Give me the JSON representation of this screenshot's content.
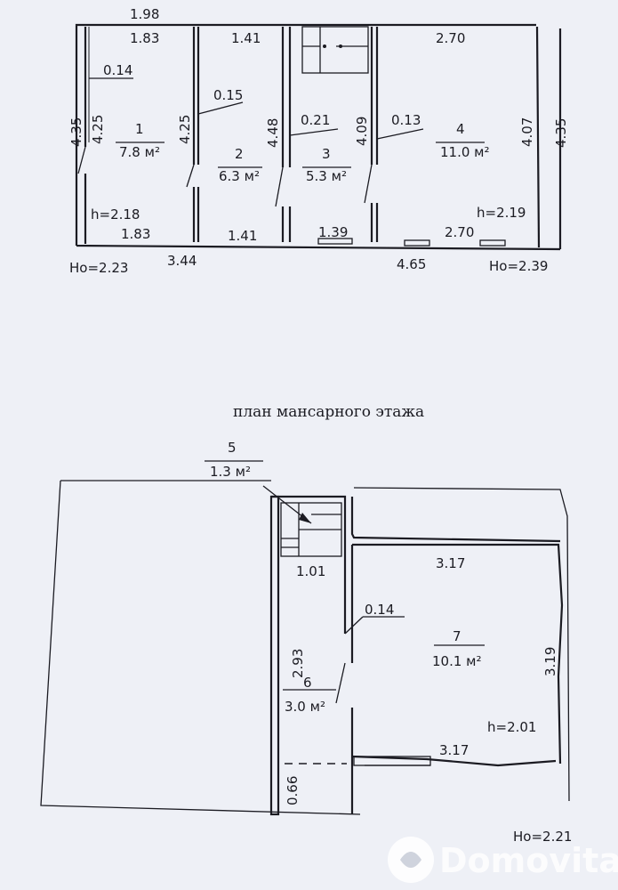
{
  "caption": "план мансарного этажа",
  "watermark": "Domovita",
  "ground_floor": {
    "rooms": [
      {
        "num": "1",
        "area": "7.8 м²"
      },
      {
        "num": "2",
        "area": "6.3 м²"
      },
      {
        "num": "3",
        "area": "5.3 м²"
      },
      {
        "num": "4",
        "area": "11.0 м²"
      }
    ],
    "dims": {
      "top_overall": "1.98",
      "r1_top": "1.83",
      "r2_top": "1.41",
      "r4_top": "2.70",
      "r1_bottom": "1.83",
      "r2_bottom": "1.41",
      "r3_bottom": "1.39",
      "r4_bottom": "2.70",
      "left_outer": "4.35",
      "r1_height": "4.25",
      "r2_height": "4.25",
      "r3_height": "4.48",
      "r3_right": "4.09",
      "r4_height": "4.07",
      "right_outer": "4.35",
      "wall_1": "0.14",
      "wall_2": "0.15",
      "wall_3": "0.21",
      "wall_4": "0.13",
      "h_left": "h=2.18",
      "h_right": "h=2.19",
      "ho_left": "Ho=2.23",
      "ho_right": "Ho=2.39",
      "overall_left": "3.44",
      "overall_right": "4.65"
    }
  },
  "attic_floor": {
    "rooms": [
      {
        "num": "5",
        "area": "1.3 м²"
      },
      {
        "num": "6",
        "area": "3.0 м²"
      },
      {
        "num": "7",
        "area": "10.1 м²"
      }
    ],
    "dims": {
      "stair_width": "1.01",
      "r7_top": "3.17",
      "r7_bottom": "3.17",
      "wall": "0.14",
      "r6_height": "2.93",
      "r7_height": "3.19",
      "r6_small": "0.66",
      "h": "h=2.01",
      "ho": "Ho=2.21"
    }
  }
}
